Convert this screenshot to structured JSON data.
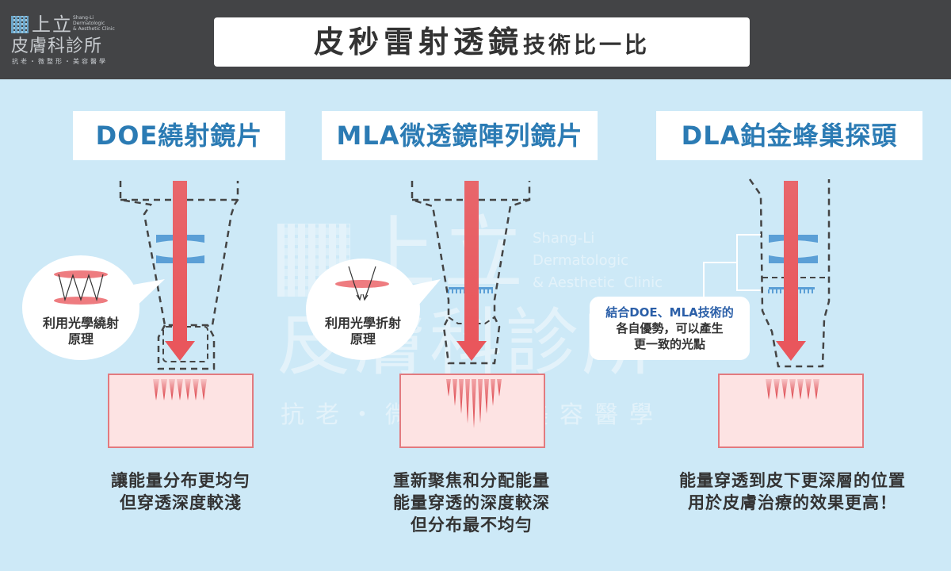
{
  "logo": {
    "name_top": "上立",
    "name_bottom": "皮膚科診所",
    "english": [
      "Shang-Li",
      "Dermatologic",
      "& Aesthetic Clinic"
    ],
    "tagline": "抗老・微整形・美容醫學"
  },
  "title": {
    "main": "皮秒雷射透鏡",
    "small": "技術比一比"
  },
  "columns": [
    {
      "label": "DOE繞射鏡片",
      "bubble": [
        "利用光學繞射",
        "原理"
      ],
      "caption": [
        "讓能量分布更均勻",
        "但穿透深度較淺"
      ]
    },
    {
      "label": "MLA微透鏡陣列鏡片",
      "bubble": [
        "利用光學折射",
        "原理"
      ],
      "caption": [
        "重新聚焦和分配能量",
        "能量穿透的深度較深",
        "但分布最不均勻"
      ]
    },
    {
      "label": "DLA鉑金蜂巢探頭",
      "bubble": [
        "結合DOE、MLA技術的",
        "各自優勢，可以產生",
        "更一致的光點"
      ],
      "bubble_highlight": "結合DOE、MLA技術的",
      "caption": [
        "能量穿透到皮下更深層的位置",
        "用於皮膚治療的效果更高！"
      ]
    }
  ],
  "watermark": {
    "name_top": "上立",
    "name_bottom": "皮膚科診所",
    "english": [
      "Shang-Li",
      "Dermatologic",
      "& Aesthetic  Clinic"
    ],
    "tagline": "抗老・微整形・美容醫學"
  },
  "colors": {
    "header": "#434446",
    "background": "#cde9f7",
    "label_text": "#2b7bb4",
    "beam": "#e8666b",
    "lens": "#5b9fd6",
    "skin": "#fde3e3",
    "skin_border": "#e27a7f"
  }
}
